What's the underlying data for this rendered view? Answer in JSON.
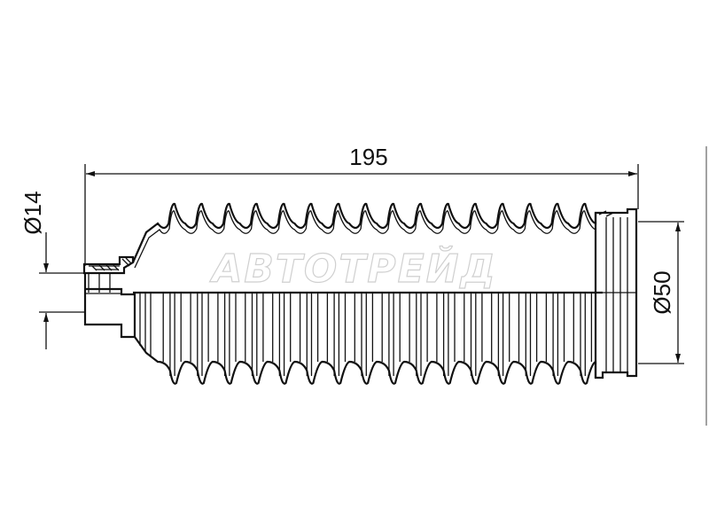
{
  "drawing": {
    "length_label": "195",
    "small_diameter_label": "Ø14",
    "large_diameter_label": "Ø50",
    "watermark": "АВТОТРЕЙД",
    "line_color": "#111111"
  }
}
